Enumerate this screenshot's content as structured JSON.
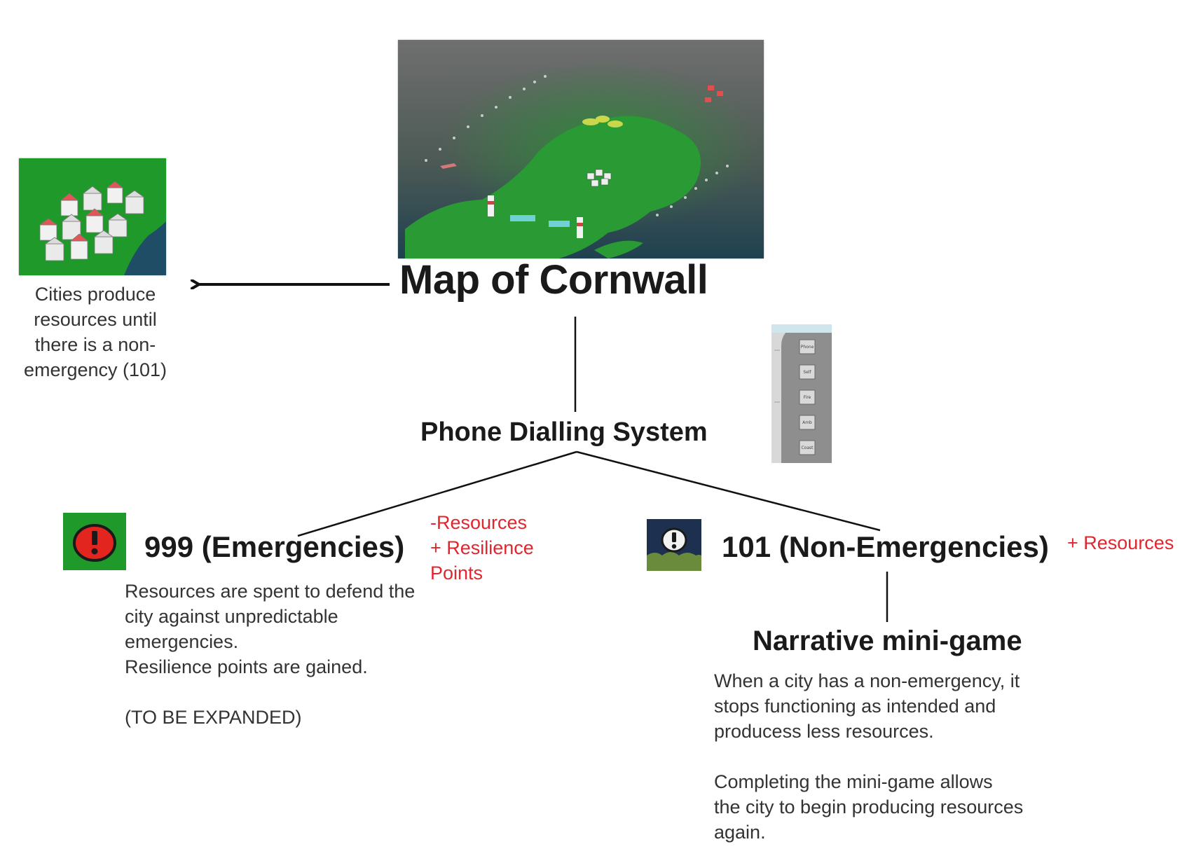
{
  "map": {
    "title": "Map of Cornwall"
  },
  "cities": {
    "caption_lines": [
      "Cities produce",
      "resources until",
      "there is a non-",
      "emergency (101)"
    ]
  },
  "phone": {
    "title": "Phone Dialling System",
    "panel_buttons": [
      "Phone",
      "Self",
      "Fire",
      "Amb",
      "Coast"
    ]
  },
  "emergency": {
    "title": "999 (Emergencies)",
    "effects": [
      "-Resources",
      "+ Resilience",
      "Points"
    ],
    "body_lines": [
      "Resources are spent to defend the",
      "city against unpredictable",
      "emergencies.",
      "Resilience points are gained.",
      "(TO BE EXPANDED)"
    ]
  },
  "non_emergency": {
    "title": "101 (Non-Emergencies)",
    "effects": [
      "+ Resources"
    ]
  },
  "minigame": {
    "title": "Narrative mini-game",
    "body_lines": [
      "When a city has a non-emergency, it",
      "stops functioning as intended and",
      "producess less resources.",
      "Completing the mini-game allows",
      "the city to begin producing resources",
      "again."
    ]
  },
  "colors": {
    "accent_red": "#e0262e",
    "grass": "#1e9a2c",
    "sea": "#2f4a55"
  }
}
